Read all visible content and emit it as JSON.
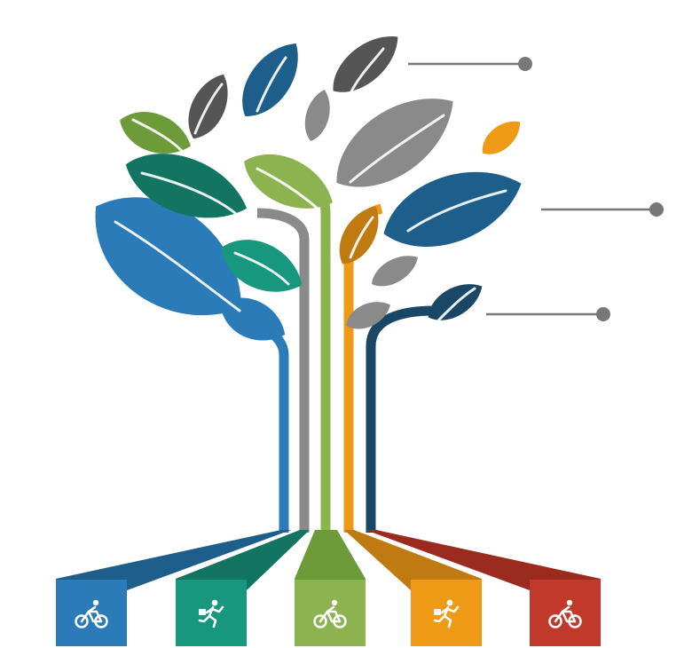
{
  "colors": {
    "blue": "#2b7bb9",
    "dark_blue": "#1d5f8a",
    "navy": "#1a4766",
    "teal": "#16977e",
    "dark_green": "#137461",
    "green": "#8db350",
    "olive": "#6d9b3a",
    "gray": "#8a8a8a",
    "dark_gray": "#555555",
    "orange": "#ee9a17",
    "dark_orange": "#c07a12",
    "red": "#c0392b",
    "line": "#777777"
  },
  "boxes": [
    {
      "icon": "bicycle-icon"
    },
    {
      "icon": "runner-icon"
    },
    {
      "icon": "bicycle-icon"
    },
    {
      "icon": "runner-icon"
    },
    {
      "icon": "bicycle-icon"
    }
  ],
  "callouts": [
    {
      "label": "callout-top"
    },
    {
      "label": "callout-middle"
    },
    {
      "label": "callout-bottom"
    }
  ]
}
